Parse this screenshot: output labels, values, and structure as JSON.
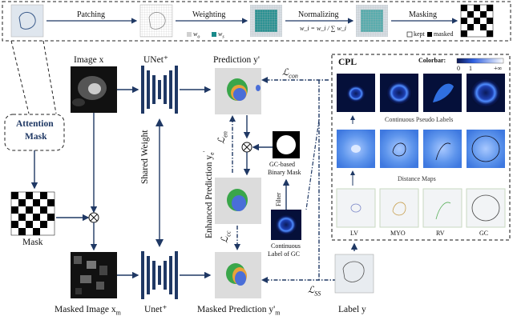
{
  "top_pipeline": {
    "patching": "Patching",
    "weighting": "Weighting",
    "normalizing": "Normalizing",
    "masking": "Masking",
    "legend_wo": "w",
    "legend_wo_sub": "o",
    "legend_ws": "w",
    "legend_ws_sub": "s",
    "formula": "w_i = w_i / ∑ w_i",
    "legend_kept": "kept",
    "legend_masked": "masked"
  },
  "left": {
    "attention_mask_line1": "Attention",
    "attention_mask_line2": "Mask",
    "mask_label": "Mask",
    "image_label": "Image x",
    "masked_image_label": "Masked Image x",
    "masked_image_sub": "m",
    "otimes": "⊗"
  },
  "center": {
    "unet_top": "UNet⁺",
    "unet_bottom": "Unet⁺",
    "shared_weight": "Shared Weight",
    "prediction": "Prediction y'",
    "enhanced_prediction": "Enhanced Prediction y",
    "enhanced_sub": "e",
    "enhanced_sup": "'",
    "masked_prediction": "Masked Prediction y'",
    "masked_prediction_sub": "m",
    "gc_binary_line1": "GC-based",
    "gc_binary_line2": "Binary Mask",
    "filter": "Filter",
    "continuous_line1": "Continuous",
    "continuous_line2": "Label of GC",
    "label_y": "Label y"
  },
  "losses": {
    "con": "ℒ",
    "con_sub": "con",
    "en": "ℒ",
    "en_sub": "en",
    "cc": "ℒ",
    "cc_sub": "cc",
    "ss": "ℒ",
    "ss_sub": "SS"
  },
  "cpl_panel": {
    "title": "CPL",
    "colorbar_label": "Colorbar:",
    "colorbar_min": "0",
    "colorbar_mid": "1",
    "colorbar_max": "+∞",
    "continuous_pseudo_labels": "Continuous Pseudo Labels",
    "distance_maps": "Distance Maps",
    "columns": [
      "LV",
      "MYO",
      "RV",
      "GC"
    ]
  },
  "colors": {
    "dark_navy": "#1f3864",
    "teal": "#1a8a8a",
    "blue_map": "#2f6fe0",
    "pred_green": "#3aa64a",
    "pred_orange": "#e8a23a",
    "pred_blue": "#4a6ed8"
  }
}
